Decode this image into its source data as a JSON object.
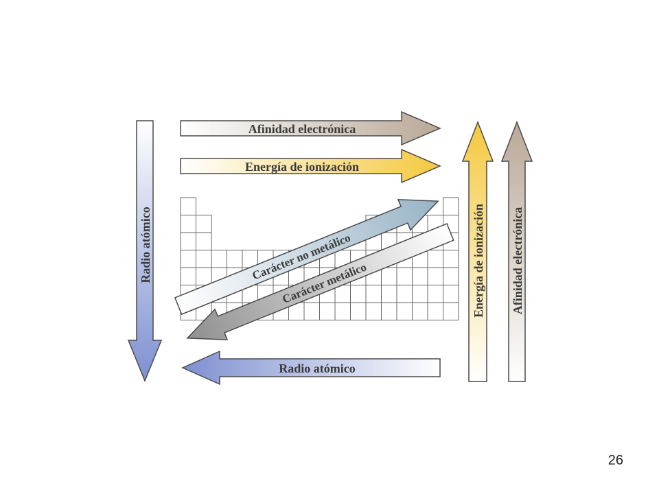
{
  "labels": {
    "afinidad_top": "Afinidad electrónica",
    "energia_top": "Energía de ionización",
    "radio_vertical": "Radio atómico",
    "radio_bottom": "Radio atómico",
    "no_metalico": "Carácter no metálico",
    "metalico": "Carácter metálico",
    "energia_vertical": "Energía de ionización",
    "afinidad_vertical": "Afinidad electrónica"
  },
  "page_number": "26",
  "colors": {
    "affinity": "#b9a897",
    "ionization": "#f4c93f",
    "radius": "#7d8fd0",
    "nonmetal": "#98b3c6",
    "metal": "#8f8f8f",
    "outline": "#4a4a4a",
    "grid": "#666666"
  }
}
